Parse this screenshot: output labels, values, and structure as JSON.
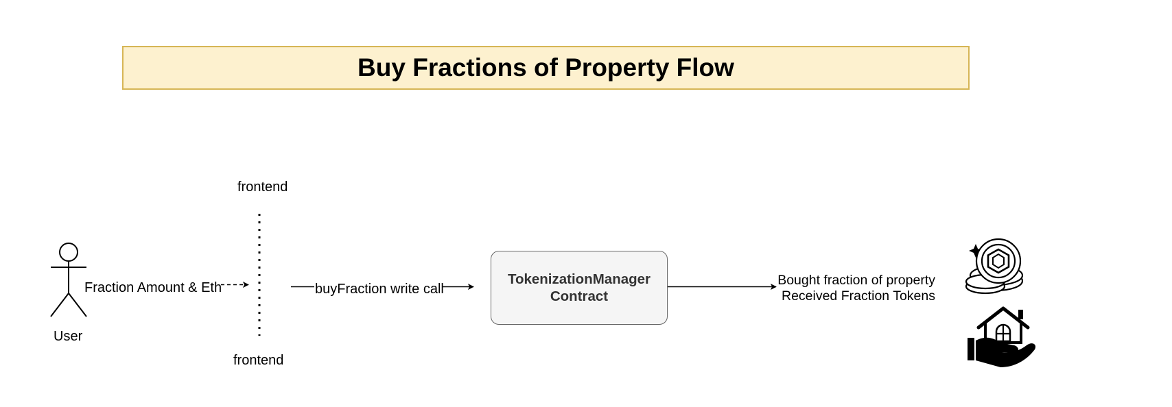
{
  "title": "Buy Fractions of Property Flow",
  "actor": {
    "label": "User"
  },
  "frontend": {
    "top_label": "frontend",
    "bottom_label": "frontend"
  },
  "edges": {
    "user_to_frontend": "Fraction Amount & Eth",
    "frontend_to_contract": "buyFraction write call"
  },
  "contract": {
    "line1": "TokenizationManager",
    "line2": "Contract"
  },
  "result": {
    "line1": "Bought fraction of property",
    "line2": "Received Fraction Tokens"
  },
  "icons": [
    "coins-token-icon",
    "house-in-hand-icon"
  ],
  "colors": {
    "title_fill": "#fdf1cf",
    "title_border": "#d6b656",
    "contract_fill": "#f5f5f5",
    "contract_border": "#666666",
    "contract_text": "#333333"
  }
}
